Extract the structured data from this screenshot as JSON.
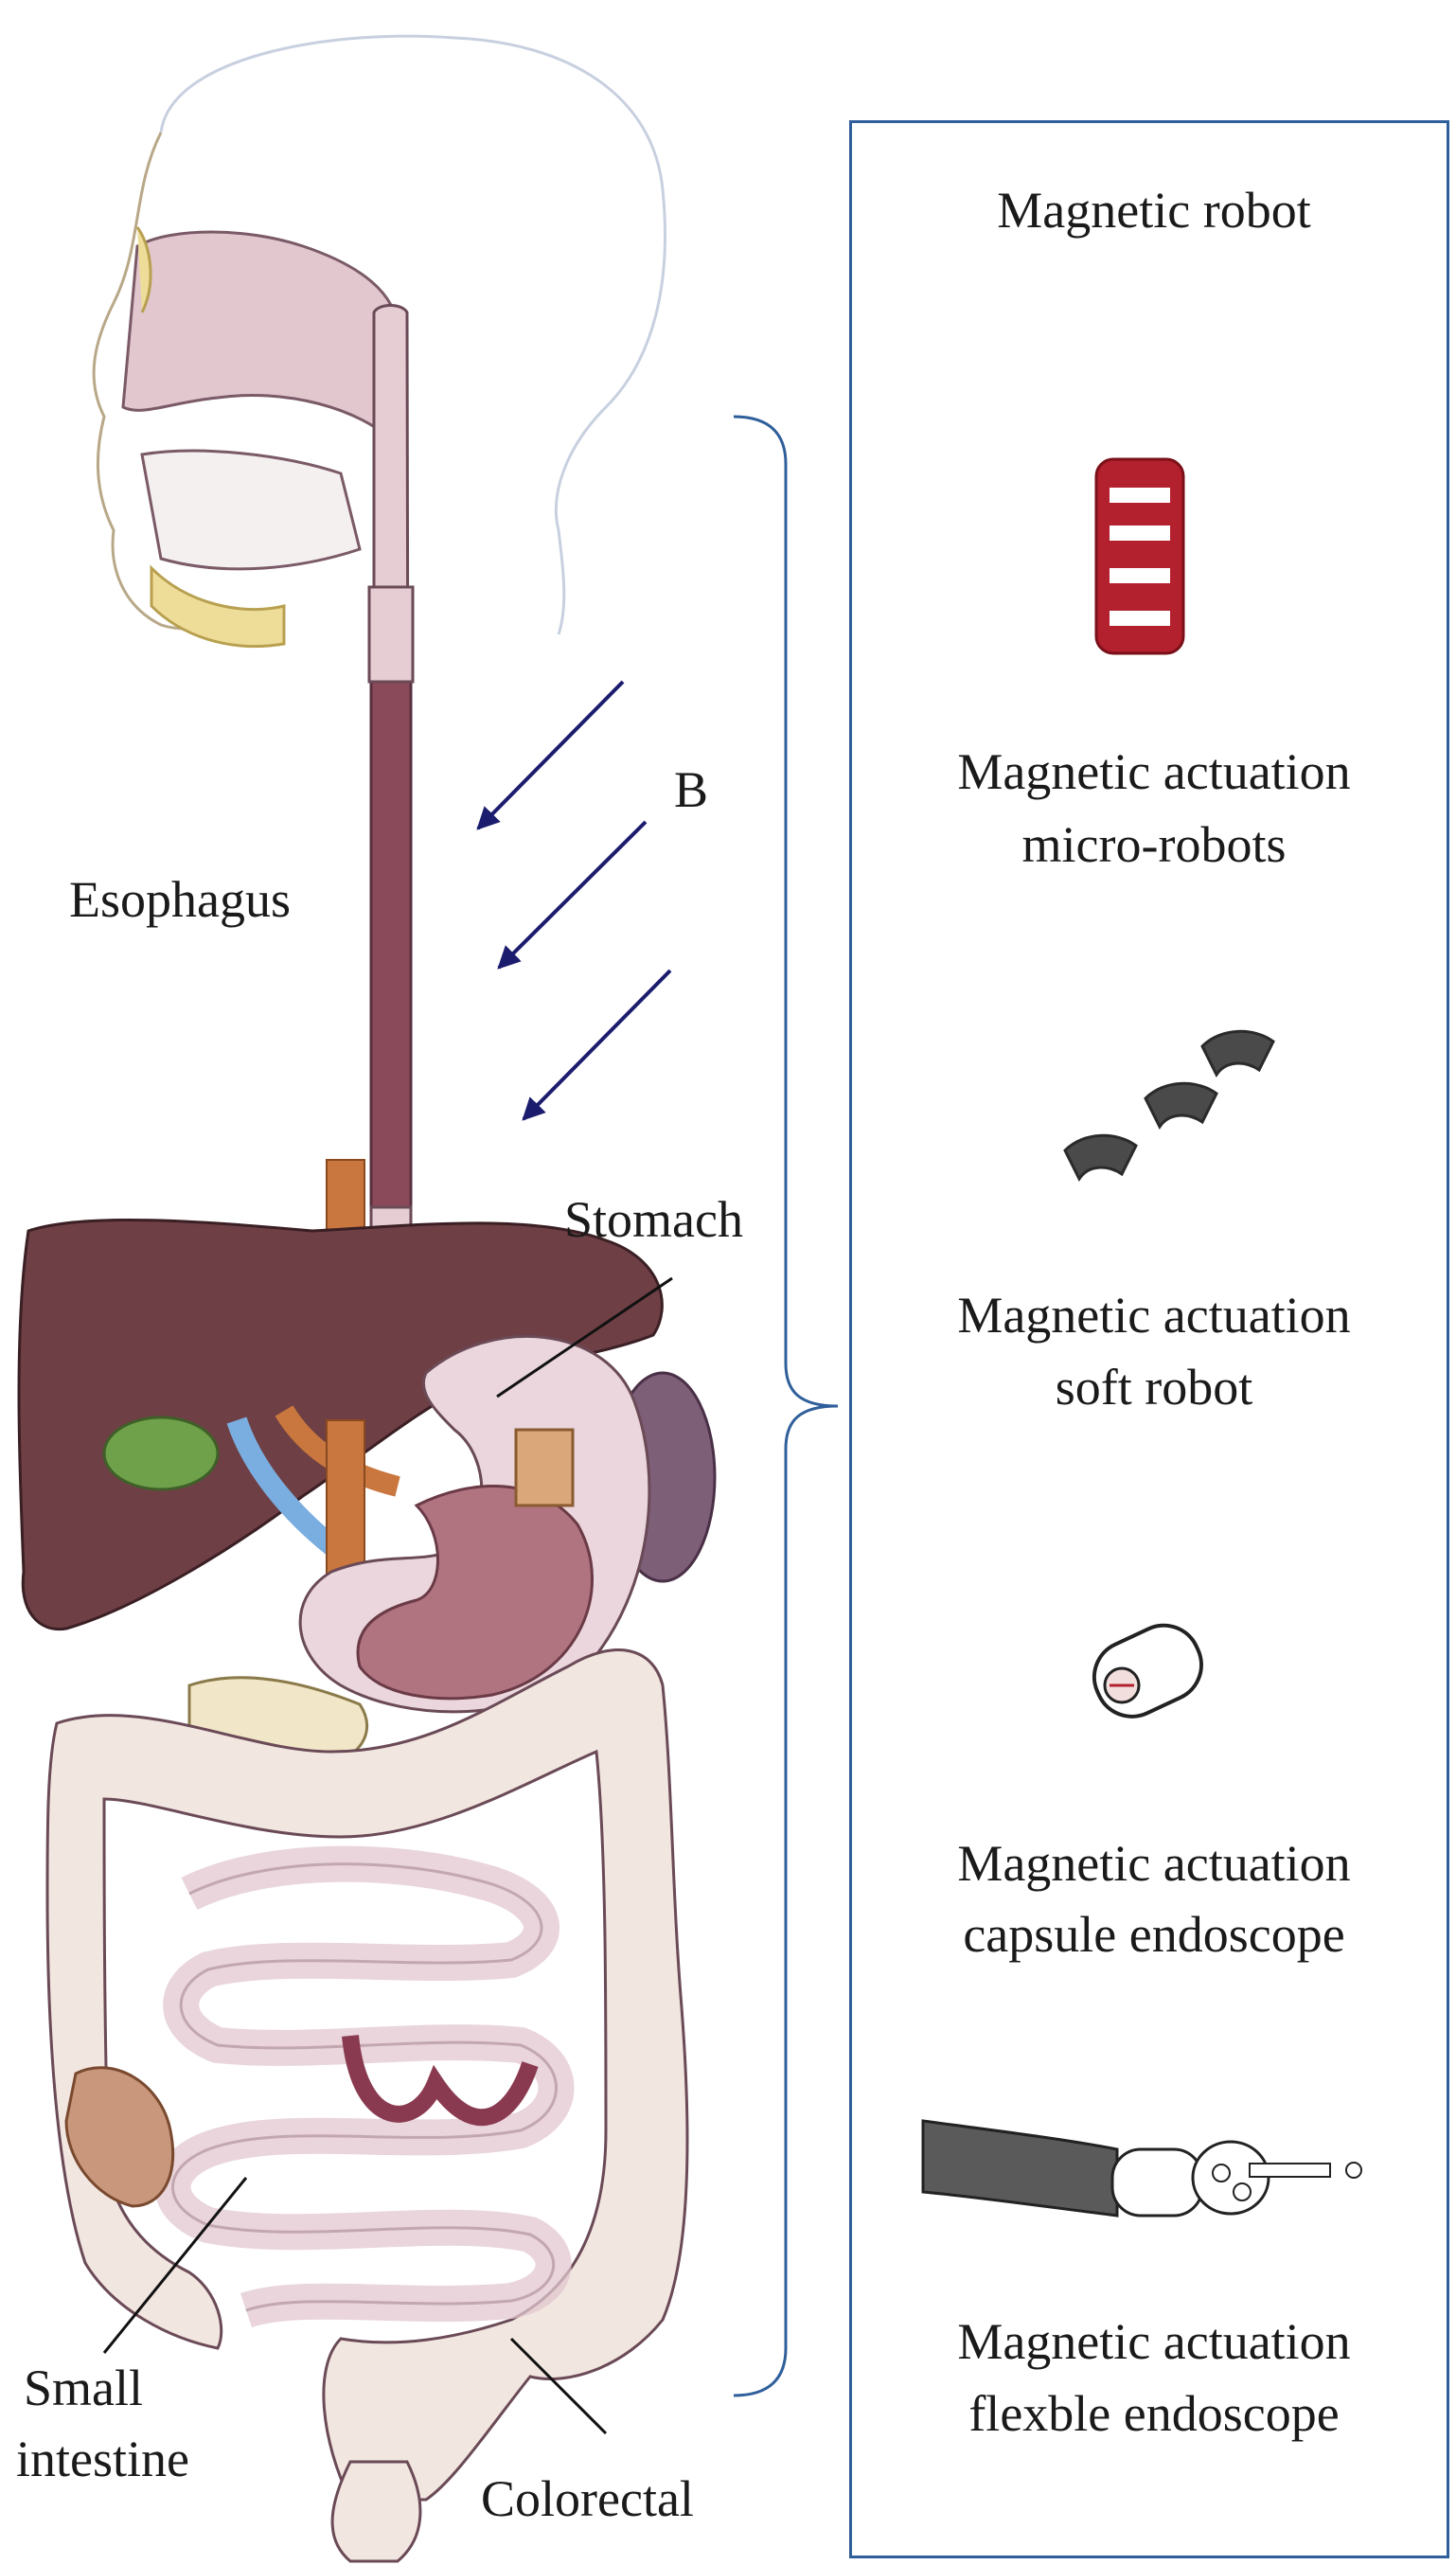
{
  "labels": {
    "esophagus": "Esophagus",
    "stomach": "Stomach",
    "small_intestine_line1": "Small",
    "small_intestine_line2": "intestine",
    "colorectal": "Colorectal",
    "field": "B"
  },
  "panel": {
    "title": "Magnetic robot",
    "items": [
      {
        "line1": "Magnetic actuation",
        "line2": "micro-robots",
        "icon": "micro-robot-icon"
      },
      {
        "line1": "Magnetic actuation",
        "line2": "soft robot",
        "icon": "soft-robot-icon"
      },
      {
        "line1": "Magnetic actuation",
        "line2": "capsule endoscope",
        "icon": "capsule-endoscope-icon"
      },
      {
        "line1": "Magnetic actuation",
        "line2": "flexble endoscope",
        "icon": "flexible-endoscope-icon"
      }
    ]
  },
  "colors": {
    "panel_border": "#2f5f9a",
    "field_arrows": "#1c1c6e",
    "micro_robot": "#b3202e",
    "soft_robot": "#4a4a4a",
    "esophagus": "#8a4a5a",
    "liver": "#6e3f44",
    "colon": "#f2e6e0"
  }
}
